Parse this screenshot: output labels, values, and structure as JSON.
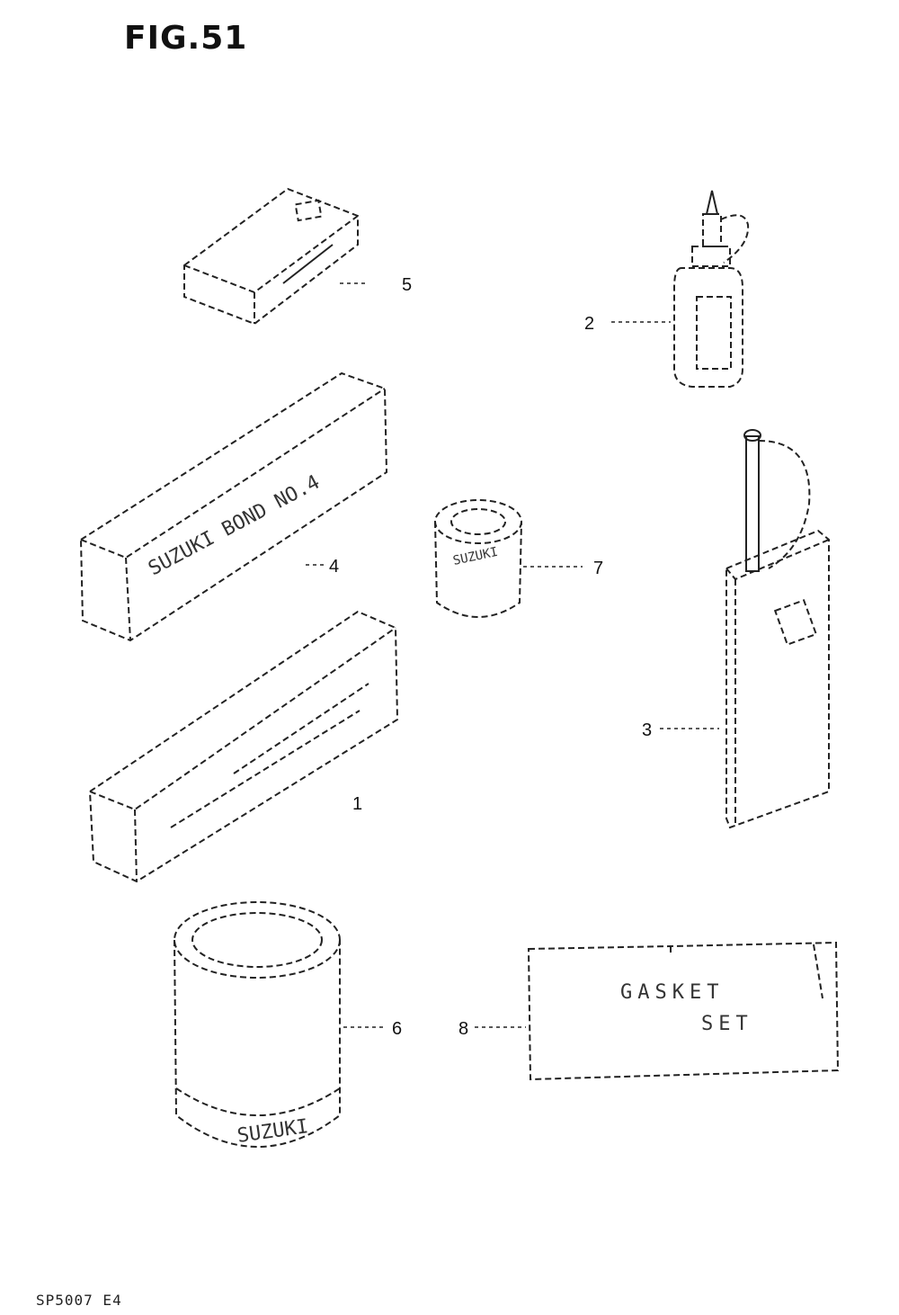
{
  "figure": {
    "title": "FIG.51",
    "footer_code": "SP5007 E4"
  },
  "callouts": [
    {
      "id": "1",
      "text": "1"
    },
    {
      "id": "2",
      "text": "2"
    },
    {
      "id": "3",
      "text": "3"
    },
    {
      "id": "4",
      "text": "4"
    },
    {
      "id": "5",
      "text": "5"
    },
    {
      "id": "6",
      "text": "6"
    },
    {
      "id": "7",
      "text": "7"
    },
    {
      "id": "8",
      "text": "8"
    }
  ],
  "package_labels": {
    "gasket_line1": "GASKET",
    "gasket_line2": "SET",
    "bond_box": "SUZUKI BOND NO.4",
    "small_can": "SUZUKI",
    "large_can": "SUZUKI"
  }
}
